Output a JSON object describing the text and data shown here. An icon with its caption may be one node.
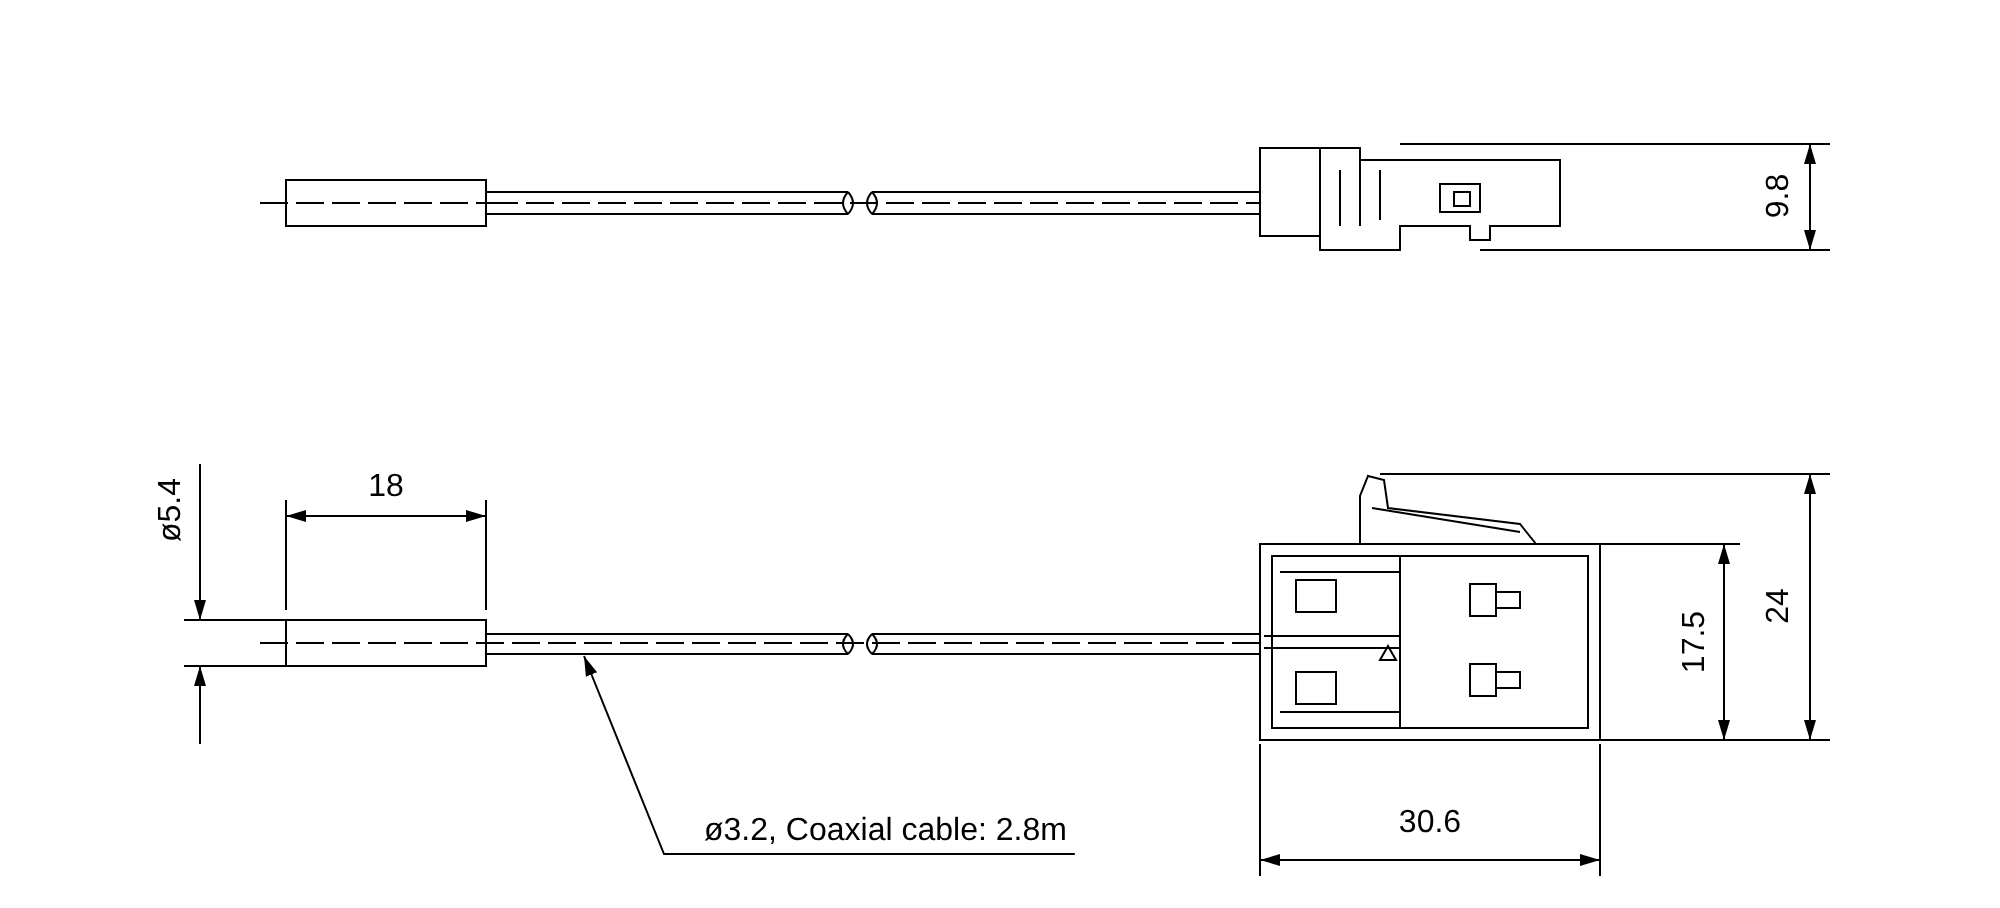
{
  "diagram": {
    "nodes": [
      {
        "text": [
          "ø3.2, Coaxial cable: 2.8m"
        ]
      },
      {
        "text": [],
        "shape": "bar"
      }
    ],
    "edges": [
      {
        "from": 0,
        "to": 1,
        "arrow": "to"
      }
    ],
    "labels": [
      "9.8",
      "ø5.4",
      "18",
      "17.5",
      "24",
      "30.6"
    ]
  }
}
